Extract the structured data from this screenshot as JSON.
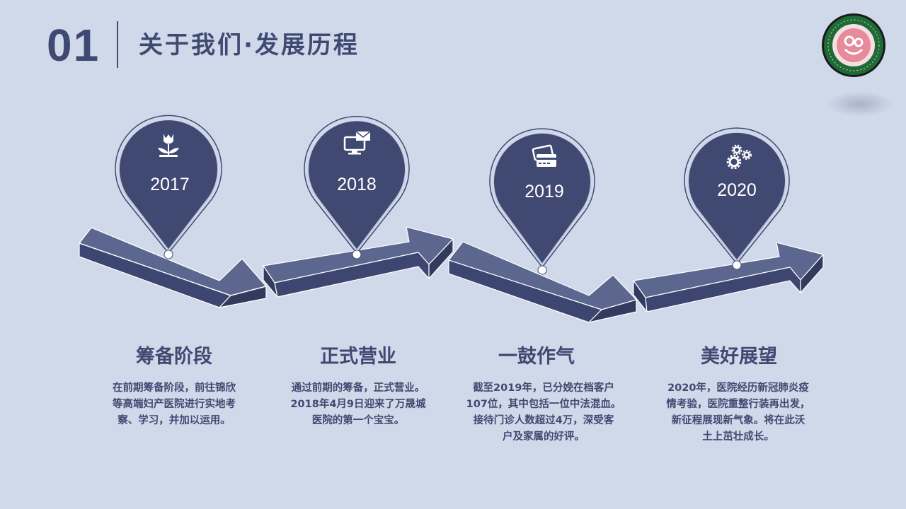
{
  "header": {
    "number": "01",
    "title": "关于我们·发展历程"
  },
  "colors": {
    "background": "#d0d9ea",
    "primary": "#3f4a72",
    "logo_ring": "#1e6b3a",
    "logo_pink": "#e78a9a"
  },
  "logo": {
    "icon": "hospital-logo-icon"
  },
  "milestones": [
    {
      "year": "2017",
      "icon": "flower-icon",
      "title": "筹备阶段",
      "lines": [
        "在前期筹备阶段，前往锦欣",
        "等高端妇产医院进行实地考",
        "察、学习，并加以运用。"
      ]
    },
    {
      "year": "2018",
      "icon": "monitor-mail-icon",
      "title": "正式营业",
      "lines": [
        "通过前期的筹备，正式营业。",
        "2018年4月9日迎来了万晟城",
        "医院的第一个宝宝。"
      ]
    },
    {
      "year": "2019",
      "icon": "credit-card-icon",
      "title": "一鼓作气",
      "lines": [
        "截至2019年，已分娩在档客户",
        "107位，其中包括一位中法混血。",
        "接待门诊人数超过4万，深受客",
        "户及家属的好评。"
      ]
    },
    {
      "year": "2020",
      "icon": "gears-icon",
      "title": "美好展望",
      "lines": [
        "2020年，医院经历新冠肺炎疫",
        "情考验，医院重整行装再出发，",
        "新征程展现新气象。将在此沃",
        "土上茁壮成长。"
      ]
    }
  ]
}
